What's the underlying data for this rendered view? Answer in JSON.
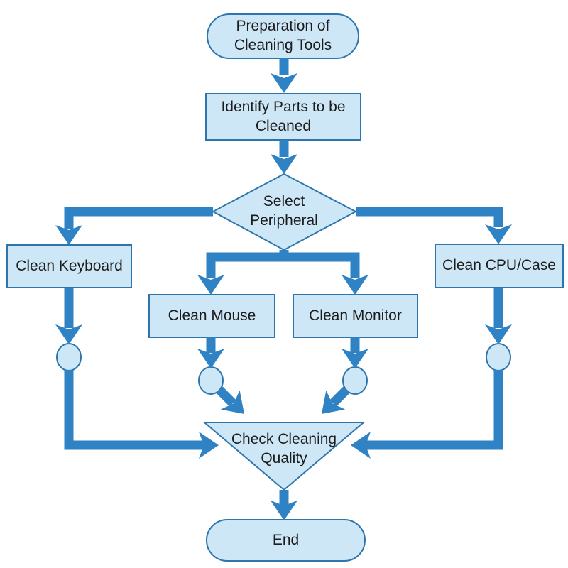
{
  "diagram": {
    "type": "flowchart",
    "colors": {
      "background": "#ffffff",
      "node_fill": "#cde7f7",
      "node_border": "#2d76ad",
      "arrow": "#2f82c3",
      "text": "#1c1c1c"
    },
    "nodes": {
      "start": {
        "label": "Preparation of\nCleaning Tools",
        "shape": "terminator"
      },
      "identify": {
        "label": "Identify Parts to be\nCleaned",
        "shape": "process"
      },
      "select": {
        "label": "Select\nPeripheral",
        "shape": "decision"
      },
      "keyboard": {
        "label": "Clean Keyboard",
        "shape": "process"
      },
      "mouse": {
        "label": "Clean Mouse",
        "shape": "process"
      },
      "monitor": {
        "label": "Clean Monitor",
        "shape": "process"
      },
      "cpu": {
        "label": "Clean CPU/Case",
        "shape": "process"
      },
      "check": {
        "label": "Check Cleaning\nQuality",
        "shape": "merge-triangle"
      },
      "end": {
        "label": "End",
        "shape": "terminator"
      }
    },
    "edges": [
      "start -> identify",
      "identify -> select",
      "select -> keyboard",
      "select -> mouse",
      "select -> monitor",
      "select -> cpu",
      "keyboard -> connector -> check",
      "mouse -> connector -> check",
      "monitor -> connector -> check",
      "cpu -> connector -> check",
      "check -> end"
    ]
  }
}
